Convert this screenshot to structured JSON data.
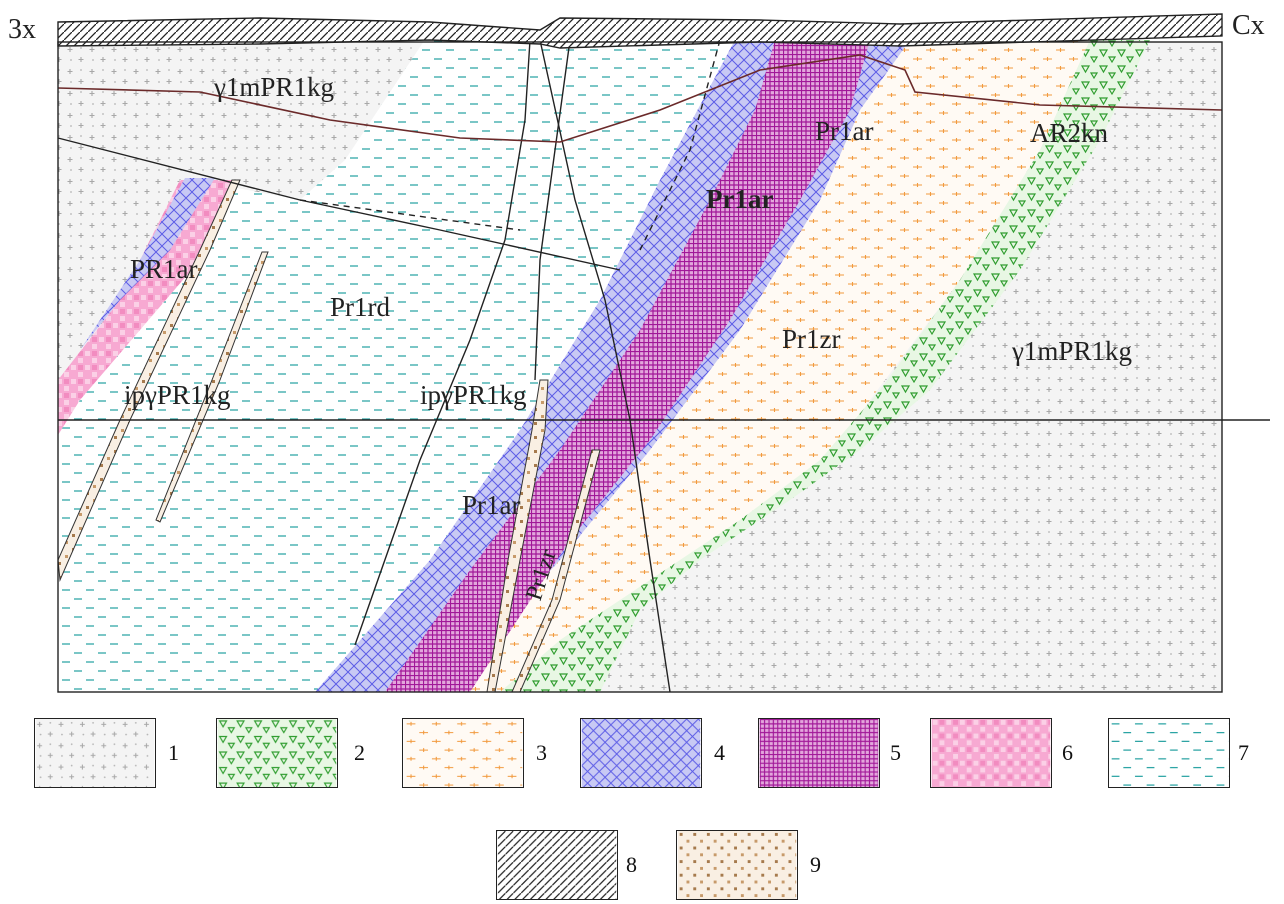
{
  "corners": {
    "left": "3x",
    "right": "Cx"
  },
  "labels": [
    {
      "id": "l1",
      "text": "γ1mPR1kg"
    },
    {
      "id": "l2",
      "text": "PR1ar"
    },
    {
      "id": "l3",
      "text": "Pr1rd"
    },
    {
      "id": "l4",
      "text": "ipγPR1kg"
    },
    {
      "id": "l5",
      "text": "ipγPR1kg"
    },
    {
      "id": "l6",
      "text": "Pr1ar"
    },
    {
      "id": "l7",
      "text": "Pr1ar"
    },
    {
      "id": "l8",
      "text": "Pr1ar"
    },
    {
      "id": "l9",
      "text": "AR2kn"
    },
    {
      "id": "l10",
      "text": "Pr1zr"
    },
    {
      "id": "l11",
      "text": "γ1mPR1kg"
    },
    {
      "id": "l12",
      "text": "Pr1zr"
    }
  ],
  "legend": [
    {
      "num": "1",
      "pattern": "granite-crosses",
      "color": "#9a9a9a"
    },
    {
      "num": "2",
      "pattern": "green-triangles",
      "color": "#3aa33a"
    },
    {
      "num": "3",
      "pattern": "orange-dashes",
      "color": "#f59a3c"
    },
    {
      "num": "4",
      "pattern": "blue-crosshatch",
      "color": "#6c6cf0"
    },
    {
      "num": "5",
      "pattern": "magenta-grid",
      "color": "#b21fa8"
    },
    {
      "num": "6",
      "pattern": "pink-blocks",
      "color": "#f07ab8"
    },
    {
      "num": "7",
      "pattern": "teal-dashes",
      "color": "#28a6a6"
    },
    {
      "num": "8",
      "pattern": "black-diagonal",
      "color": "#222222"
    },
    {
      "num": "9",
      "pattern": "brown-dots",
      "color": "#a0764a"
    }
  ]
}
